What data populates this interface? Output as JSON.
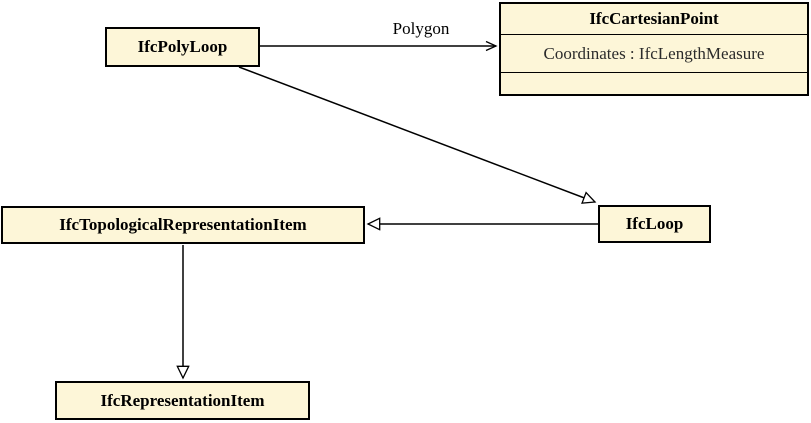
{
  "diagram": {
    "kind": "uml-class-diagram",
    "colors": {
      "node_fill": "#fdf6d8",
      "node_border": "#000000",
      "background": "#ffffff",
      "edge": "#000000"
    },
    "nodes": {
      "polyloop": {
        "label": "IfcPolyLoop"
      },
      "cartesianpoint": {
        "title": "IfcCartesianPoint",
        "attribute": "Coordinates : IfcLengthMeasure"
      },
      "loop": {
        "label": "IfcLoop"
      },
      "topologicalrepresentationitem": {
        "label": "IfcTopologicalRepresentationItem"
      },
      "representationitem": {
        "label": "IfcRepresentationItem"
      }
    },
    "edges": [
      {
        "name": "polygon-association",
        "from": "IfcPolyLoop",
        "to": "IfcCartesianPoint",
        "label": "Polygon",
        "arrowhead": "open-vee"
      },
      {
        "name": "polyloop-inherits-loop",
        "from": "IfcPolyLoop",
        "to": "IfcLoop",
        "label": "",
        "arrowhead": "hollow-triangle"
      },
      {
        "name": "loop-inherits-topologicalrepresentationitem",
        "from": "IfcLoop",
        "to": "IfcTopologicalRepresentationItem",
        "label": "",
        "arrowhead": "hollow-triangle"
      },
      {
        "name": "topologicalrepresentationitem-inherits-representationitem",
        "from": "IfcTopologicalRepresentationItem",
        "to": "IfcRepresentationItem",
        "label": "",
        "arrowhead": "hollow-triangle"
      }
    ]
  }
}
